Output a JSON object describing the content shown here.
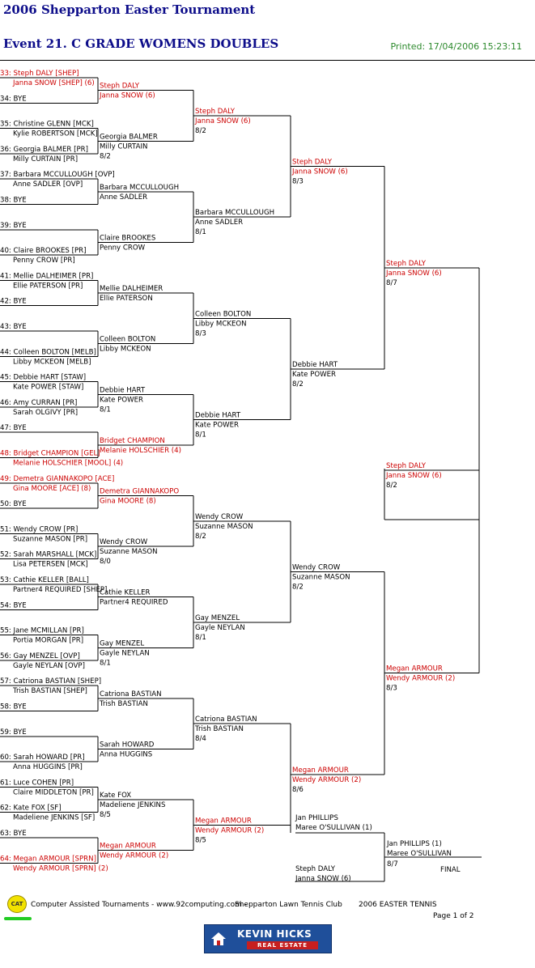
{
  "header": {
    "tournament": "2006 Shepparton Easter Tournament",
    "event": "Event 21. C GRADE WOMENS DOUBLES",
    "printed": "Printed: 17/04/2006 15:23:11"
  },
  "colors": {
    "title": "#0d0d8a",
    "printed": "#2d8a2d",
    "highlight": "#cc0000",
    "normal": "#000000"
  },
  "round1": [
    {
      "seed": "33:",
      "l1": "Steph DALY [SHEP]",
      "l2": "Janna SNOW [SHEP] (6)",
      "red": true
    },
    {
      "seed": "34:",
      "l1": "BYE",
      "l2": ""
    },
    {
      "seed": "35:",
      "l1": "Christine GLENN [MCK]",
      "l2": "Kylie ROBERTSON [MCK]"
    },
    {
      "seed": "36:",
      "l1": "Georgia BALMER [PR]",
      "l2": "Milly CURTAIN [PR]"
    },
    {
      "seed": "37:",
      "l1": "Barbara MCCULLOUGH [OVP]",
      "l2": "Anne SADLER [OVP]"
    },
    {
      "seed": "38:",
      "l1": "BYE",
      "l2": ""
    },
    {
      "seed": "39:",
      "l1": "BYE",
      "l2": ""
    },
    {
      "seed": "40:",
      "l1": "Claire BROOKES [PR]",
      "l2": "Penny CROW [PR]"
    },
    {
      "seed": "41:",
      "l1": "Mellie DALHEIMER [PR]",
      "l2": "Ellie PATERSON [PR]"
    },
    {
      "seed": "42:",
      "l1": "BYE",
      "l2": ""
    },
    {
      "seed": "43:",
      "l1": "BYE",
      "l2": ""
    },
    {
      "seed": "44:",
      "l1": "Colleen BOLTON [MELB]",
      "l2": "Libby MCKEON [MELB]"
    },
    {
      "seed": "45:",
      "l1": "Debbie HART [STAW]",
      "l2": "Kate POWER [STAW]"
    },
    {
      "seed": "46:",
      "l1": "Amy CURRAN [PR]",
      "l2": "Sarah OLGIVY [PR]"
    },
    {
      "seed": "47:",
      "l1": "BYE",
      "l2": ""
    },
    {
      "seed": "48:",
      "l1": "Bridget CHAMPION [GEL]",
      "l2": "Melanie HOLSCHIER [MOOL] (4)",
      "red": true
    },
    {
      "seed": "49:",
      "l1": "Demetra GIANNAKOPO [ACE]",
      "l2": "Gina MOORE [ACE] (8)",
      "red": true
    },
    {
      "seed": "50:",
      "l1": "BYE",
      "l2": ""
    },
    {
      "seed": "51:",
      "l1": "Wendy CROW [PR]",
      "l2": "Suzanne MASON [PR]"
    },
    {
      "seed": "52:",
      "l1": "Sarah MARSHALL [MCK]",
      "l2": "Lisa PETERSEN [MCK]"
    },
    {
      "seed": "53:",
      "l1": "Cathie KELLER [BALL]",
      "l2": "Partner4 REQUIRED [SHEP]"
    },
    {
      "seed": "54:",
      "l1": "BYE",
      "l2": ""
    },
    {
      "seed": "55:",
      "l1": "Jane MCMILLAN [PR]",
      "l2": "Portia MORGAN [PR]"
    },
    {
      "seed": "56:",
      "l1": "Gay MENZEL [OVP]",
      "l2": "Gayle NEYLAN [OVP]"
    },
    {
      "seed": "57:",
      "l1": "Catriona BASTIAN [SHEP]",
      "l2": "Trish BASTIAN [SHEP]"
    },
    {
      "seed": "58:",
      "l1": "BYE",
      "l2": ""
    },
    {
      "seed": "59:",
      "l1": "BYE",
      "l2": ""
    },
    {
      "seed": "60:",
      "l1": "Sarah HOWARD [PR]",
      "l2": "Anna HUGGINS [PR]"
    },
    {
      "seed": "61:",
      "l1": "Luce COHEN [PR]",
      "l2": "Claire MIDDLETON [PR]"
    },
    {
      "seed": "62:",
      "l1": "Kate FOX [SF]",
      "l2": "Madeliene JENKINS [SF]"
    },
    {
      "seed": "63:",
      "l1": "BYE",
      "l2": ""
    },
    {
      "seed": "64:",
      "l1": "Megan ARMOUR [SPRN]",
      "l2": "Wendy ARMOUR [SPRN] (2)",
      "red": true
    }
  ],
  "round2": [
    {
      "l1": "Steph DALY",
      "l2": "Janna SNOW (6)",
      "score": "",
      "red": true
    },
    {
      "l1": "Georgia BALMER",
      "l2": "Milly CURTAIN",
      "score": "8/2"
    },
    {
      "l1": "Barbara MCCULLOUGH",
      "l2": "Anne SADLER",
      "score": ""
    },
    {
      "l1": "Claire BROOKES",
      "l2": "Penny CROW",
      "score": ""
    },
    {
      "l1": "Mellie DALHEIMER",
      "l2": "Ellie PATERSON",
      "score": ""
    },
    {
      "l1": "Colleen BOLTON",
      "l2": "Libby MCKEON",
      "score": ""
    },
    {
      "l1": "Debbie HART",
      "l2": "Kate POWER",
      "score": "8/1"
    },
    {
      "l1": "Bridget CHAMPION",
      "l2": "Melanie HOLSCHIER (4)",
      "score": "",
      "red": true
    },
    {
      "l1": "Demetra GIANNAKOPO",
      "l2": "Gina MOORE (8)",
      "score": "",
      "red": true
    },
    {
      "l1": "Wendy CROW",
      "l2": "Suzanne MASON",
      "score": "8/0"
    },
    {
      "l1": "Cathie KELLER",
      "l2": "Partner4 REQUIRED",
      "score": ""
    },
    {
      "l1": "Gay MENZEL",
      "l2": "Gayle NEYLAN",
      "score": "8/1"
    },
    {
      "l1": "Catriona BASTIAN",
      "l2": "Trish BASTIAN",
      "score": ""
    },
    {
      "l1": "Sarah HOWARD",
      "l2": "Anna HUGGINS",
      "score": ""
    },
    {
      "l1": "Kate FOX",
      "l2": "Madeliene JENKINS",
      "score": "8/5"
    },
    {
      "l1": "Megan ARMOUR",
      "l2": "Wendy ARMOUR (2)",
      "score": "",
      "red": true
    }
  ],
  "round3": [
    {
      "l1": "Steph DALY",
      "l2": "Janna SNOW (6)",
      "score": "8/2",
      "red": true
    },
    {
      "l1": "Barbara MCCULLOUGH",
      "l2": "Anne SADLER",
      "score": "8/1"
    },
    {
      "l1": "Colleen BOLTON",
      "l2": "Libby MCKEON",
      "score": "8/3"
    },
    {
      "l1": "Debbie HART",
      "l2": "Kate POWER",
      "score": "8/1"
    },
    {
      "l1": "Wendy CROW",
      "l2": "Suzanne MASON",
      "score": "8/2"
    },
    {
      "l1": "Gay MENZEL",
      "l2": "Gayle NEYLAN",
      "score": "8/1"
    },
    {
      "l1": "Catriona BASTIAN",
      "l2": "Trish BASTIAN",
      "score": "8/4"
    },
    {
      "l1": "Megan ARMOUR",
      "l2": "Wendy ARMOUR (2)",
      "score": "8/5",
      "red": true
    }
  ],
  "round4": [
    {
      "l1": "Steph DALY",
      "l2": "Janna SNOW (6)",
      "score": "8/3",
      "red": true
    },
    {
      "l1": "Debbie HART",
      "l2": "Kate POWER",
      "score": "8/2"
    },
    {
      "l1": "Wendy CROW",
      "l2": "Suzanne MASON",
      "score": "8/2"
    },
    {
      "l1": "Megan ARMOUR",
      "l2": "Wendy ARMOUR (2)",
      "score": "8/6",
      "red": true
    }
  ],
  "round5": [
    {
      "l1": "Steph DALY",
      "l2": "Janna SNOW (6)",
      "score": "8/7",
      "red": true
    },
    {
      "l1": "Megan ARMOUR",
      "l2": "Wendy ARMOUR (2)",
      "score": "8/3",
      "red": true
    }
  ],
  "semi_final": {
    "l1": "Steph DALY",
    "l2": "Janna SNOW (6)",
    "score": "8/2",
    "red": true
  },
  "playoff": {
    "top": {
      "l1": "Jan PHILLIPS",
      "l2": "Maree O'SULLIVAN (1)"
    },
    "bottom": {
      "l1": "Steph DALY",
      "l2": "Janna SNOW (6)"
    },
    "winner": {
      "l1": "Jan PHILLIPS (1)",
      "l2": "Maree O'SULLIVAN",
      "score": "8/7"
    },
    "final_label": "FINAL"
  },
  "footer": {
    "cat_logo": "CAT",
    "software": "Computer Assisted Tournaments - www.92computing.com -",
    "club": "Shepparton Lawn Tennis Club",
    "event_name": "2006 EASTER TENNIS",
    "page": "Page 1 of 2",
    "sponsor_name": "KEVIN HICKS",
    "sponsor_sub": "REAL ESTATE",
    "sponsor_icon": "house-icon"
  }
}
